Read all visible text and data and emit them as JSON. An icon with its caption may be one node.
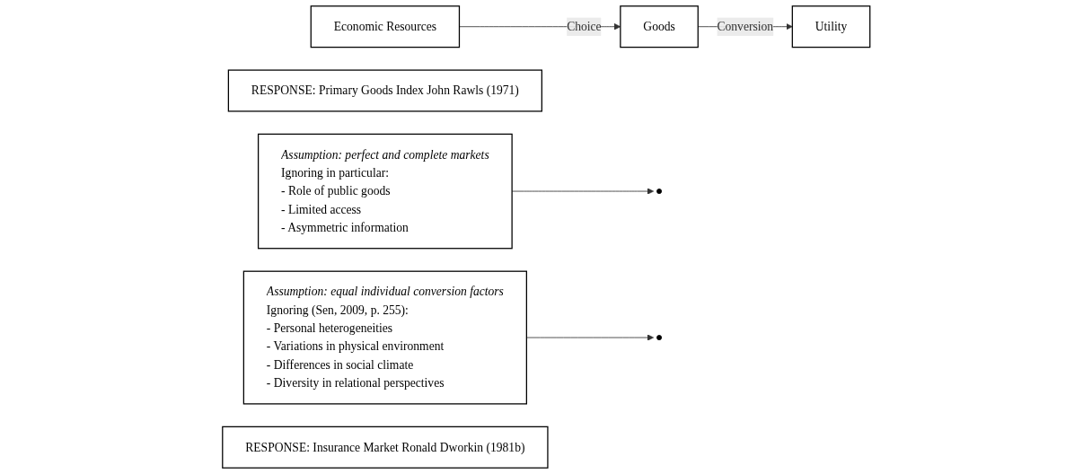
{
  "diagram": {
    "nodes": [
      {
        "text": [
          "Economic Resources"
        ]
      },
      {
        "text": [
          "Goods"
        ]
      },
      {
        "text": [
          "Utility"
        ]
      },
      {
        "text": [
          "RESPONSE: Primary Goods Index John Rawls (1971)"
        ]
      },
      {
        "text": [
          "Assumption: perfect and complete markets",
          "Ignoring in particular:",
          "- Role of public goods",
          "- Limited access",
          "- Asymmetric information"
        ]
      },
      {
        "text": [
          "Assumption: equal individual conversion factors",
          "Ignoring (Sen, 2009, p. 255):",
          "- Personal heterogeneities",
          "- Variations in physical environment",
          "- Differences in social climate",
          "- Diversity in relational perspectives"
        ]
      },
      {
        "text": [
          "RESPONSE: Insurance Market Ronald Dworkin (1981b)"
        ]
      }
    ],
    "edges": [
      {
        "from": 0,
        "to": 1,
        "arrow": "to",
        "label": "Choice"
      },
      {
        "from": 1,
        "to": 2,
        "arrow": "to",
        "label": "Conversion"
      },
      {
        "from": 4,
        "to": null,
        "arrow": "to"
      },
      {
        "from": 5,
        "to": null,
        "arrow": "to"
      }
    ]
  }
}
